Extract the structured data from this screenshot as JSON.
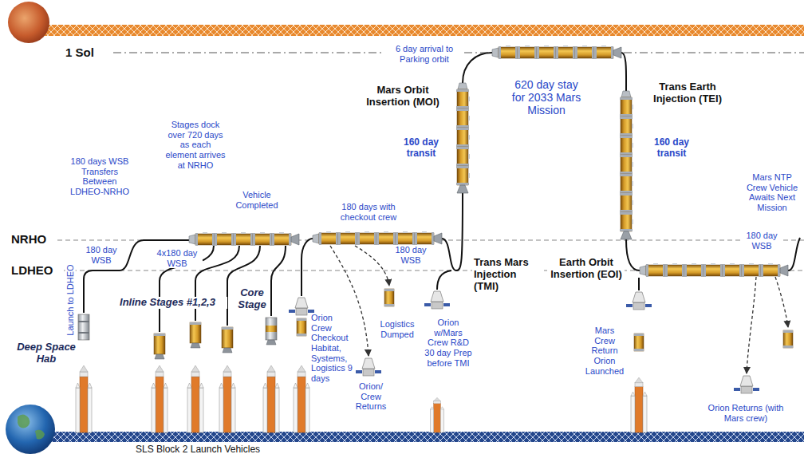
{
  "diagram": {
    "labels": [
      "1 Sol",
      "6 day arrival to Parking orbit",
      "Mars Orbit Insertion (MOI)",
      "620 day stay for 2033 Mars Mission",
      "Trans Earth Injection (TEI)",
      "160 day transit",
      "160 day transit",
      "180 days WSB Transfers Between LDHEO-NRHO",
      "Stages dock over 720 days as each element arrives at NRHO",
      "Vehicle Completed",
      "180 days with checkout crew",
      "Mars NTP Crew Vehicle Awaits Next Mission",
      "NRHO",
      "LDHEO",
      "180 day WSB",
      "4x180 day WSB",
      "180 day WSB",
      "180 day WSB",
      "Trans Mars Injection (TMI)",
      "Earth Orbit Insertion (EOI)",
      "Launch to LDHEO",
      "Deep Space Hab",
      "Inline Stages #1,2,3",
      "Core Stage",
      "Orion Crew Checkout Habitat, Systems, Logistics 9 days",
      "Logistics Dumped",
      "Orion w/Mars Crew R&D 30 day Prep before TMI",
      "Orion/ Crew Returns",
      "Mars Crew Return Orion Launched",
      "Orion Returns (with Mars crew)",
      "SLS Block 2 Launch Vehicles"
    ]
  }
}
